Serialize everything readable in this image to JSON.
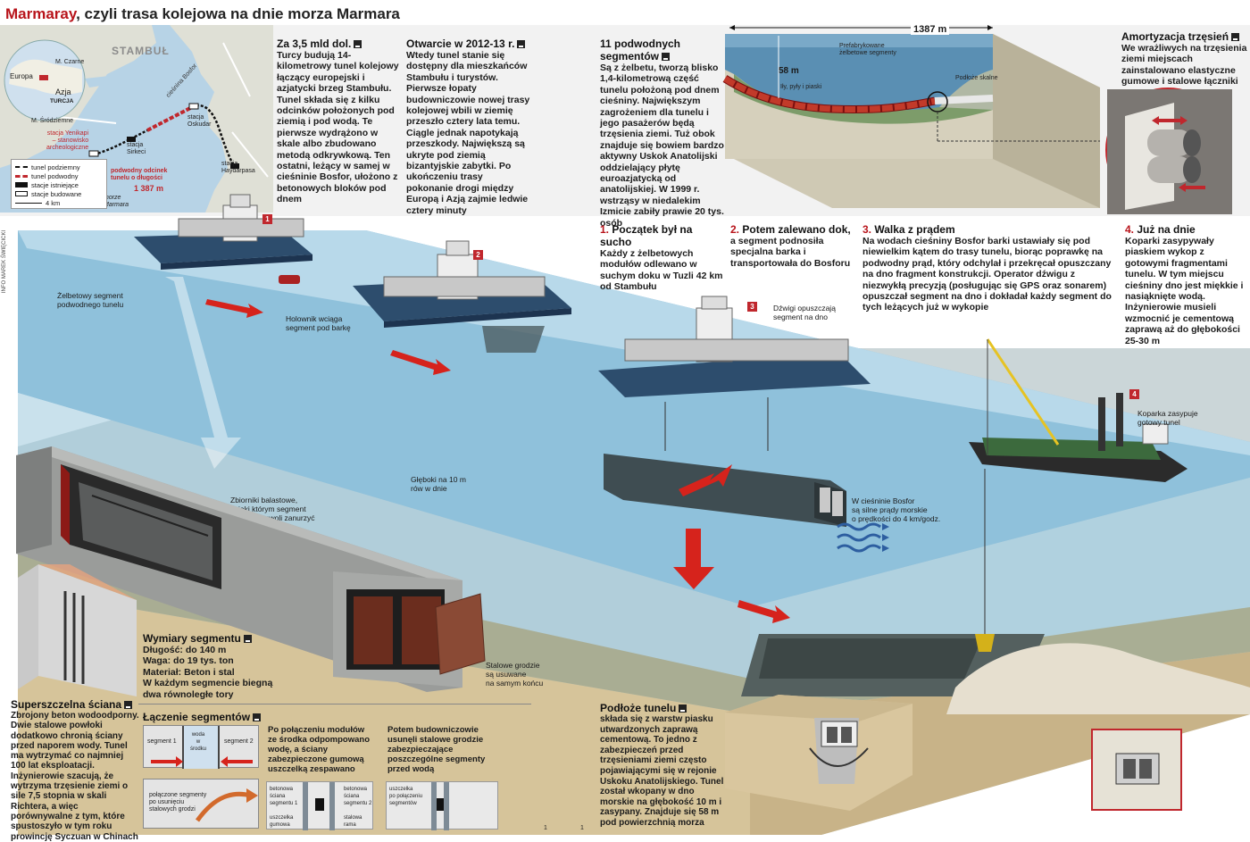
{
  "header": {
    "brand": "Marmaray",
    "title_rest": ", czyli trasa kolejowa na dnie morza Marmara"
  },
  "map": {
    "labels": {
      "europa": "Europa",
      "azja": "Azja",
      "turcja": "TURCJA",
      "m_czarne": "M. Czarne",
      "m_srodziemne": "M. Śródziemne",
      "stambul": "STAMBUŁ",
      "ciesnina": "cieśnina Bosfor",
      "stacja_oskudar": "stacja\nOskudar",
      "stacja_sirkeci": "stacja\nSirkeci",
      "stacja_yenikapi": "stacja Yenikapi\n– stanowisko\narcheologiczne",
      "stacja_haydarpasa": "stacja\nHaydarpasa",
      "podwodny": "podwodny odcinek\ntunelu o długości",
      "dlugosc": "1 387 m",
      "morze": "morze\nMarmara"
    },
    "legend": [
      {
        "label": "tunel podziemny"
      },
      {
        "label": "tunel podwodny"
      },
      {
        "label": "stacje istniejące"
      },
      {
        "label": "stacje budowane"
      }
    ],
    "scale": "4 km"
  },
  "col1": {
    "heading": "Za 3,5 mld dol.",
    "text": "Turcy budują 14-kilometrowy tunel kolejowy łączący europejski i azjatycki brzeg Stambułu. Tunel składa się z kilku odcinków położonych pod ziemią i pod wodą. Te pierwsze wydrążono w skale albo zbudowano metodą odkrywkową. Ten ostatni, leżący w samej w cieśninie Bosfor, ułożono z betonowych bloków pod dnem"
  },
  "col2": {
    "heading": "Otwarcie w 2012-13 r.",
    "text": "Wtedy tunel stanie się dostępny dla mieszkańców Stambułu i turystów. Pierwsze łopaty budowniczowie nowej trasy kolejowej wbili w ziemię przeszło cztery lata temu. Ciągle jednak napotykają przeszkody. Największą są ukryte pod ziemią bizantyjskie zabytki. Po ukończeniu trasy pokonanie drogi między Europą i Azją zajmie ledwie cztery minuty"
  },
  "col3": {
    "heading": "11 podwodnych segmentów",
    "text": "Są z żelbetu, tworzą blisko 1,4-kilometrową część tunelu położoną pod dnem cieśniny. Największym zagrożeniem dla tunelu i jego pasażerów będą trzęsienia ziemi. Tuż obok znajduje się bowiem bardzo aktywny Uskok Anatolijski oddzielający płytę euroazjatycką od anatolijskiej. W 1999 r. wstrząsy w niedalekim Izmicie zabiły prawie 20 tys. osób"
  },
  "section_diagram": {
    "width_label": "1387 m",
    "depth_label": "58 m",
    "prefab": "Prefabrykowane żelbetowe segmenty",
    "mud": "Iły, pyły i piaski",
    "rock": "Podłoże skalne"
  },
  "amort": {
    "heading": "Amortyzacja trzęsień",
    "text": "We wrażliwych na trzęsienia ziemi miejscach zainstalowano elastyczne gumowe i stalowe łączniki"
  },
  "steps": [
    {
      "num": "1.",
      "heading": "Początek był na sucho",
      "text": "Każdy z żelbetowych modułów odlewano w suchym doku w Tuzli 42 km od Stambułu"
    },
    {
      "num": "2.",
      "heading": "Potem zalewano dok,",
      "text": "a segment podnosiła specjalna barka i transportowała do Bosforu"
    },
    {
      "num": "3.",
      "heading": "Walka z prądem",
      "text": "Na wodach cieśniny Bosfor barki ustawiały się pod niewielkim kątem do trasy tunelu, biorąc poprawkę na podwodny prąd, który odchylał i przekręcał opuszczany na dno fragment konstrukcji. Operator dźwigu z niezwykłą precyzją (posługując się GPS oraz sonarem) opuszczał segment na dno i dokładał każdy segment do tych leżących już w wykopie"
    },
    {
      "num": "4.",
      "heading": "Już na dnie",
      "text": "Koparki zasypywały piaskiem wykop z gotowymi fragmentami tunelu. W tym miejscu cieśniny dno jest miękkie i nasiąknięte wodą. Inżynierowie musieli wzmocnić je cementową zaprawą aż do głębokości 25-30 m"
    }
  ],
  "badges": [
    "1",
    "2",
    "3",
    "4"
  ],
  "callouts": {
    "zelbetowy": "Żelbetowy segment\npodwodnego tunelu",
    "holownik": "Holownik wciąga\nsegment pod barkę",
    "dzwigi": "Dźwigi opuszczają\nsegment na dno",
    "gleboki": "Głęboki na 10 m\nrów w dnie",
    "zbiorniki": "Zbiorniki balastowe,\ndzięki którym segment\nmógł się powoli zanurzyć",
    "prady": "W cieśninie Bosfor\nsą silne prądy morskie\no prędkości do 4 km/godz.",
    "koparka": "Koparka zasypuje\ngotowy tunel",
    "grodzie": "Stalowe grodzie\nsą usuwane\nna samym końcu"
  },
  "credit": "INFO MAREK ŚWIĘCICKI",
  "wymiary": {
    "heading": "Wymiary segmentu",
    "lines": [
      "Długość: do 140 m",
      "Waga: do 19 tys. ton",
      "Materiał: Beton i stal",
      "W każdym segmencie biegną",
      "dwa równoległe tory"
    ]
  },
  "sciana": {
    "heading": "Superszczelna ściana",
    "text": "Zbrojony beton wodoodporny. Dwie stalowe powłoki dodatkowo chronią ściany przed naporem wody. Tunel ma wytrzymać co najmniej 100 lat eksploatacji. Inżynierowie szacują, że wytrzyma trzęsienie ziemi o sile 7,5 stopnia w skali Richtera, a więc porównywalne z tym, które spustoszyło w tym roku prowincję Syczuan w Chinach"
  },
  "laczenie": {
    "heading": "Łączenie segmentów",
    "seg1": "segment 1",
    "seg2": "segment 2",
    "woda": "woda\nw\nśrodku",
    "polaczone": "połączone segmenty\npo usunięciu\nstalowych grodzi",
    "text2": "Po połączeniu modułów ze środka odpompowano wodę, a ściany zabezpieczone gumową uszczelką zespawano",
    "text3": "Potem budowniczowie usunęli stalowe grodzie zabezpieczające poszczególne segmenty przed wodą",
    "betonowa1": "betonowa\nściana\nsegmentu 1",
    "betonowa2": "betonowa\nściana\nsegmentu 2",
    "uszczelka": "uszczelka\ngumowa",
    "stalowa": "stalowa\nrama",
    "uszczelka2": "uszczelka\npo połączeniu\nsegmentów"
  },
  "podloze": {
    "heading": "Podłoże tunelu",
    "text": "składa się z warstw piasku utwardzonych zaprawą cementową. To jedno z zabezpieczeń przed trzęsieniami ziemi często pojawiającymi się w rejonie Uskoku Anatolijskiego. Tunel został wkopany w dno morskie na głębokość 10 m i zasypany. Znajduje się 58 m pod powierzchnią morza"
  },
  "page_numbers": [
    "1",
    "1"
  ]
}
